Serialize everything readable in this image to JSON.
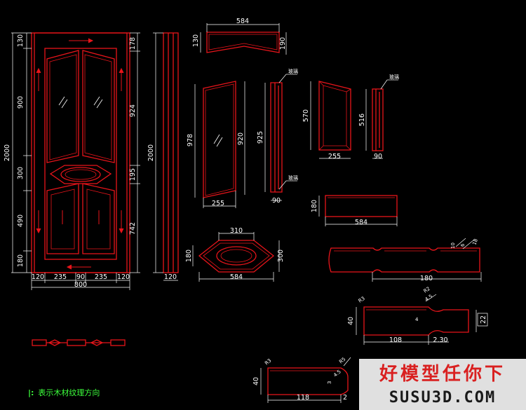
{
  "door_dims": {
    "left_heights": [
      "130",
      "900",
      "300",
      "490",
      "180"
    ],
    "total_height": "2000",
    "right_heights": [
      "178",
      "924",
      "195",
      "742"
    ],
    "bottom_widths": [
      "120",
      "235",
      "90",
      "235",
      "120"
    ],
    "total_width": "800"
  },
  "stile": {
    "height": "2000",
    "width": "120"
  },
  "top_rail": {
    "width": "584",
    "h_left": "130",
    "h_right": "190"
  },
  "glass_panel": {
    "h_left": "978",
    "h_right": "920",
    "width": "255"
  },
  "glass_stile": {
    "height": "925",
    "width": "90",
    "label_top": "玻璃",
    "label_bottom": "玻璃"
  },
  "raised_panel": {
    "height": "570",
    "width": "255"
  },
  "thin_stile": {
    "height": "516",
    "width": "90",
    "label": "玻璃"
  },
  "bottom_rail": {
    "height": "180",
    "width": "584"
  },
  "oval_rail": {
    "oval_width": "310",
    "height_left": "180",
    "height_right": "300",
    "width": "584"
  },
  "profile_long": {
    "width": "180",
    "d1": "10",
    "d2": "6",
    "d3": "18"
  },
  "profile_mid": {
    "height": "40",
    "width": "108",
    "d1": "2.30",
    "d2": "22",
    "d3": "4.5",
    "d4": "4",
    "d5": "R2",
    "d6": "R3"
  },
  "profile_small": {
    "height": "40",
    "width": "118",
    "d1": "2",
    "d2": "R5",
    "d3": "3",
    "d4": "R3",
    "d5": "4.5"
  },
  "legend": {
    "text": "表示木材纹理方向"
  },
  "watermark": {
    "line1": "好模型任你下",
    "line2": "SUSU3D.COM"
  }
}
